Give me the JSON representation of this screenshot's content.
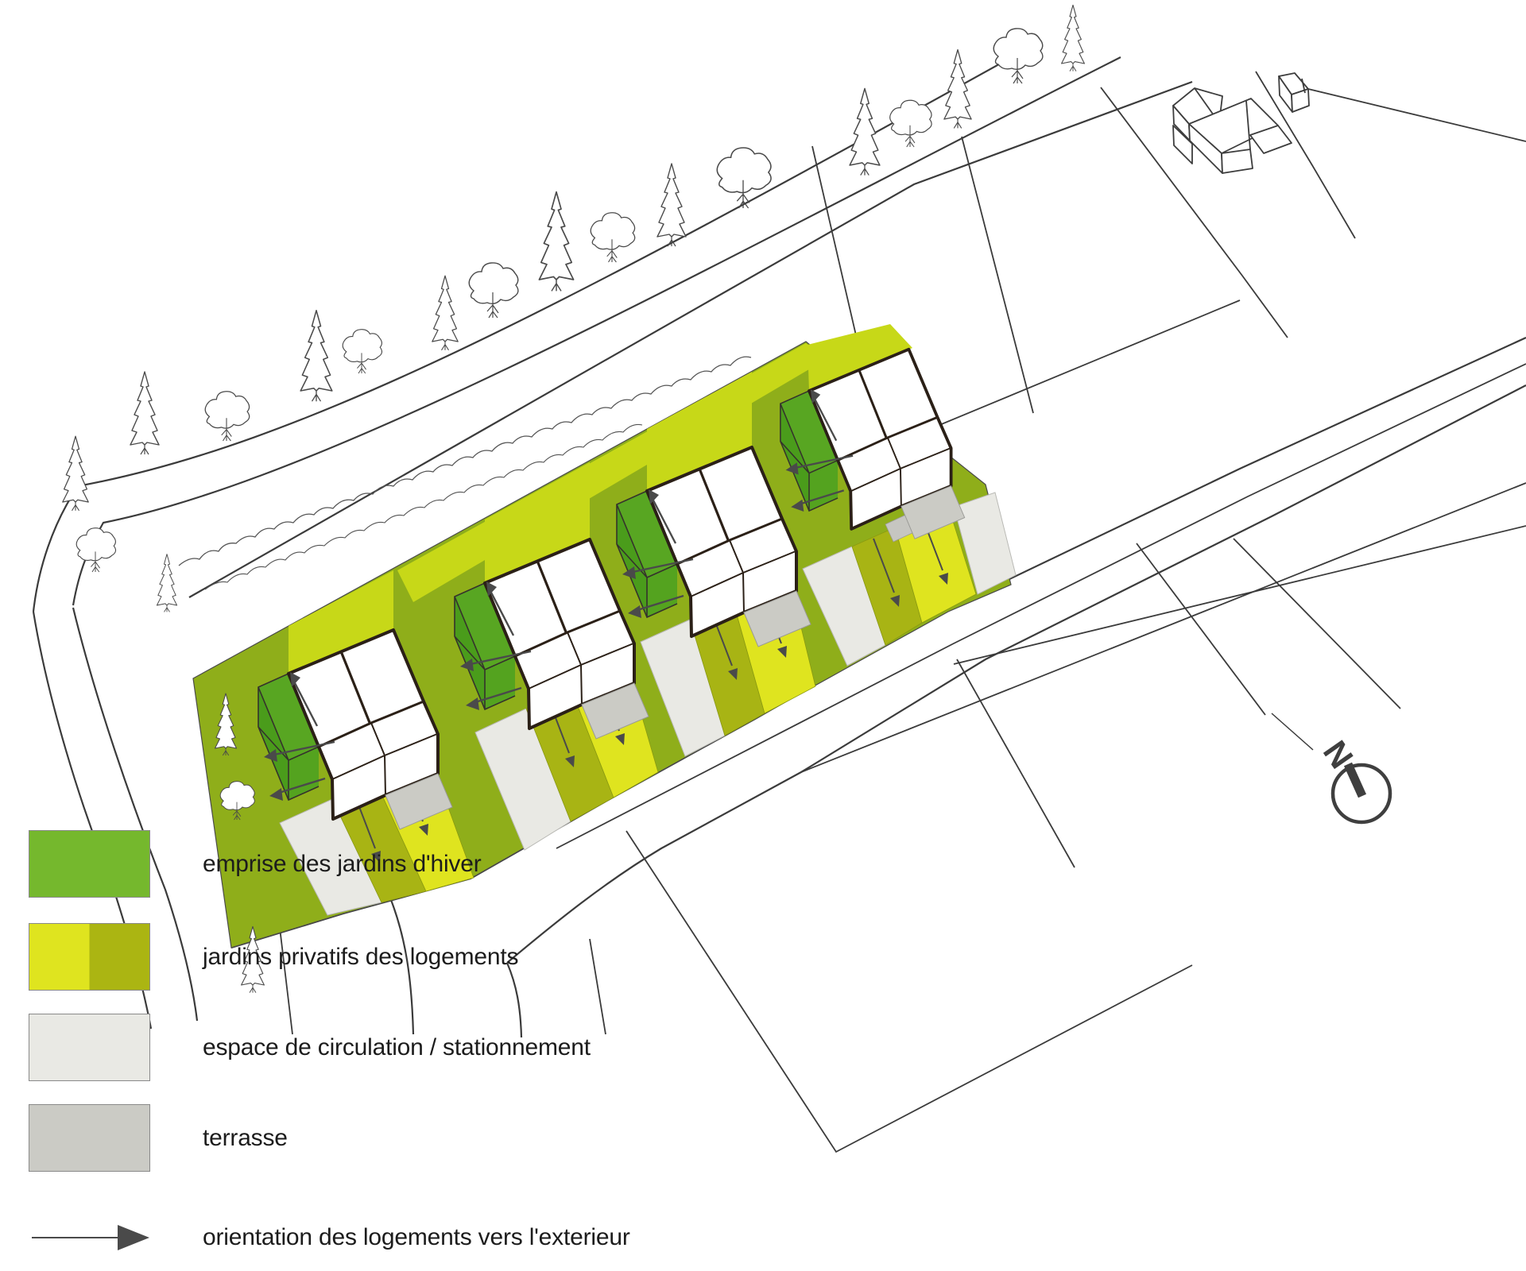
{
  "plan": {
    "type": "architectural-site-diagram",
    "north_label": "N",
    "new_housing_units": 4,
    "existing_buildings": 2
  },
  "palette": {
    "site_olive": "#8FAE1A",
    "chartreuse_strip": "#C7D818",
    "winter_garden_green": "#57A622",
    "garden_yellow": "#DFE41F",
    "garden_olive": "#A8B414",
    "circulation_gray": "#E9E9E4",
    "terrace_gray": "#CBCBC5",
    "line_dark": "#3d3d3d",
    "house_outline": "#2B2017",
    "arrow_gray": "#4A4A4A"
  },
  "legend": {
    "items": [
      {
        "id": "jardins-hiver",
        "label": "emprise des jardins d'hiver",
        "colors": [
          "#75B82D"
        ]
      },
      {
        "id": "jardins-privatifs",
        "label": "jardins privatifs des logements",
        "colors": [
          "#DFE41F",
          "#ABB512"
        ]
      },
      {
        "id": "circulation",
        "label": "espace de circulation / stationnement",
        "colors": [
          "#E9E9E4"
        ]
      },
      {
        "id": "terrasse",
        "label": "terrasse",
        "colors": [
          "#CBCBC5"
        ]
      },
      {
        "id": "orientation",
        "label": "orientation des logements vers l'exterieur",
        "type": "arrow",
        "colors": [
          "#4A4A4A"
        ]
      }
    ]
  }
}
